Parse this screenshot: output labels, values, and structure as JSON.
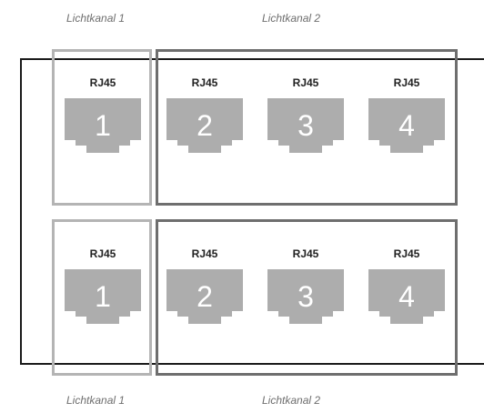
{
  "labels": {
    "top_channel1": "Lichtkanal 1",
    "top_channel2": "Lichtkanal 2",
    "bottom_channel1": "Lichtkanal 1",
    "bottom_channel2": "Lichtkanal 2"
  },
  "rows": [
    {
      "ports": [
        {
          "type": "RJ45",
          "number": "1"
        },
        {
          "type": "RJ45",
          "number": "2"
        },
        {
          "type": "RJ45",
          "number": "3"
        },
        {
          "type": "RJ45",
          "number": "4"
        }
      ]
    },
    {
      "ports": [
        {
          "type": "RJ45",
          "number": "1"
        },
        {
          "type": "RJ45",
          "number": "2"
        },
        {
          "type": "RJ45",
          "number": "3"
        },
        {
          "type": "RJ45",
          "number": "4"
        }
      ]
    }
  ],
  "colors": {
    "port_fill": "#adadad",
    "channel1_border": "#b4b4b4",
    "channel2_border": "#6e6e6e",
    "outer_border": "#1a1a1a",
    "label_text": "#6f6f6f"
  }
}
